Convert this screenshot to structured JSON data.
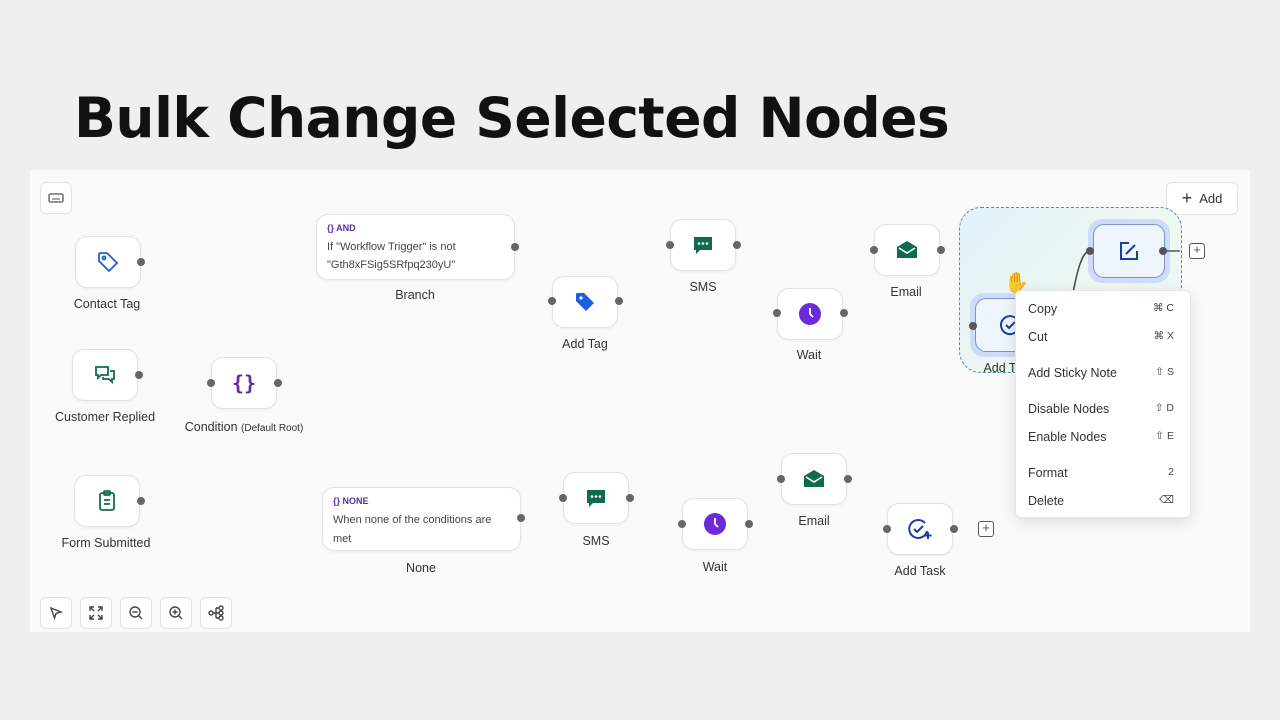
{
  "title": "Bulk Change Selected Nodes",
  "toolbar": {
    "add_label": "Add"
  },
  "nodes": {
    "contact_tag": "Contact Tag",
    "customer_replied": "Customer Replied",
    "form_submitted": "Form Submitted",
    "condition": "Condition",
    "condition_suffix": "(Default Root)",
    "branch": {
      "label": "Branch",
      "tag": "AND",
      "line1": "If \"Workflow Trigger\" is not",
      "line2": "\"Gth8xFSig5SRfpq230yU\""
    },
    "none": {
      "label": "None",
      "tag": "NONE",
      "line1": "When none of the conditions are met"
    },
    "add_tag": "Add Tag",
    "sms_top": "SMS",
    "wait_top": "Wait",
    "email_top": "Email",
    "add_task_selected": "Add T",
    "sms_bottom": "SMS",
    "wait_bottom": "Wait",
    "email_bottom": "Email",
    "add_task_bottom": "Add Task"
  },
  "context_menu": [
    {
      "label": "Copy",
      "shortcut": "⌘  C"
    },
    {
      "label": "Cut",
      "shortcut": "⌘  X"
    },
    {
      "label": "Add Sticky Note",
      "shortcut": "⇧  S"
    },
    {
      "label": "Disable Nodes",
      "shortcut": "⇧  D"
    },
    {
      "label": "Enable Nodes",
      "shortcut": "⇧  E"
    },
    {
      "label": "Format",
      "shortcut": "2"
    },
    {
      "label": "Delete",
      "shortcut": "⌫"
    }
  ],
  "colors": {
    "sms": "#0f6b4f",
    "wait": "#6a2bd9",
    "tag": "#1e5fe0",
    "task": "#1b3f9c",
    "condition": "#5b2ca0"
  }
}
